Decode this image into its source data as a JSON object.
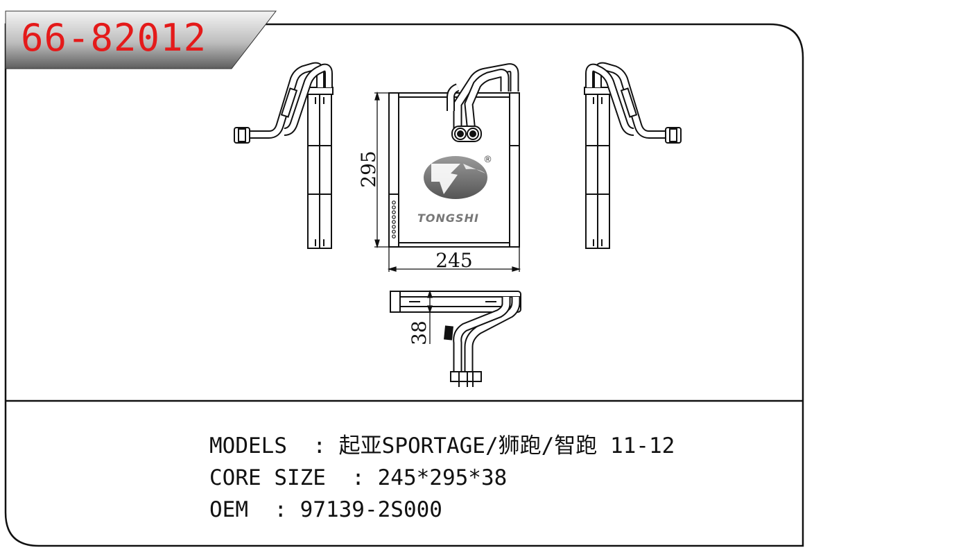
{
  "part_number": "66-82012",
  "dimensions": {
    "height": "295",
    "width": "245",
    "depth": "38"
  },
  "logo": {
    "brand": "TONGSHI",
    "registered": "®"
  },
  "specs": [
    {
      "label": "MODELS ",
      "sep": " : ",
      "value": "起亚SPORTAGE/狮跑/智跑 11-12"
    },
    {
      "label": "CORE SIZE ",
      "sep": " : ",
      "value": "245*295*38"
    },
    {
      "label": "OEM ",
      "sep": " : ",
      "value": "97139-2S000"
    }
  ],
  "colors": {
    "part_number": "#e41a1a",
    "frame": "#111111"
  }
}
